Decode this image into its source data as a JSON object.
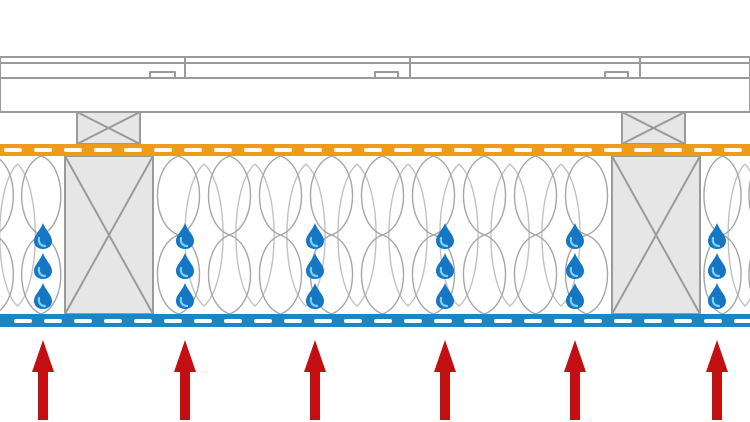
{
  "diagram": {
    "kind": "roof-section-vapour-diffusion",
    "colors": {
      "background": "#ffffff",
      "outline": "#9a9a9a",
      "cladding_fill": "#ffffff",
      "timber_fill": "#e6e6e6",
      "insulation_line": "#a6a6a6",
      "membrane_top": "#ef9a1a",
      "membrane_bottom": "#1a86c2",
      "membrane_dash": "#ffffff",
      "drop_dark": "#1577c4",
      "drop_light": "#7fd0f5",
      "arrow": "#c40f12"
    },
    "icons": {
      "moisture": "water-drop-icon",
      "vapour_flow": "arrow-up-icon"
    },
    "layers": [
      "roof-cladding",
      "battens",
      "breather-membrane",
      "insulation-between-rafters",
      "vapour-control-layer",
      "rising-vapour"
    ]
  }
}
